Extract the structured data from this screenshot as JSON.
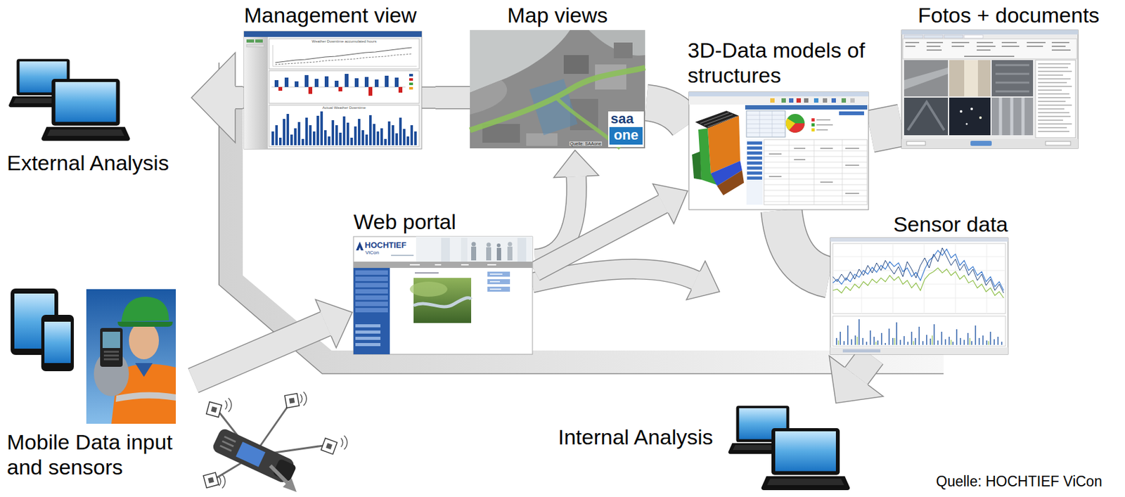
{
  "diagram": {
    "nodes": [
      {
        "text": [
          "Management view"
        ]
      },
      {
        "text": [
          "Map views"
        ]
      },
      {
        "text": [
          "3D-Data models of structures"
        ]
      },
      {
        "text": [
          "Fotos + documents"
        ]
      },
      {
        "text": [
          "External Analysis"
        ]
      },
      {
        "text": [
          "Web portal"
        ]
      },
      {
        "text": [
          "Sensor data"
        ]
      },
      {
        "text": [
          "Mobile Data input and sensors"
        ]
      },
      {
        "text": [
          "Internal Analysis"
        ]
      }
    ],
    "edges": [
      {
        "from": 0,
        "to": 4,
        "arrow": "to"
      },
      {
        "from": 1,
        "to": 0,
        "arrow": "none"
      },
      {
        "from": 1,
        "to": 2,
        "arrow": "none"
      },
      {
        "from": 2,
        "to": 3,
        "arrow": "none"
      },
      {
        "from": 2,
        "to": 6,
        "arrow": "none"
      },
      {
        "from": 6,
        "to": 8,
        "arrow": "to"
      },
      {
        "from": 7,
        "to": 5,
        "arrow": "to"
      },
      {
        "from": 5,
        "to": 1,
        "arrow": "to"
      },
      {
        "from": 5,
        "to": 2,
        "arrow": "to"
      }
    ],
    "labels": [
      "Weather Downtime accumulated hours",
      "Actual Weather Downtime",
      "saa",
      "one",
      "Quelle: SAAone",
      "HOCHTIEF",
      "ViCon",
      "Quelle: HOCHTIEF ViCon"
    ]
  }
}
